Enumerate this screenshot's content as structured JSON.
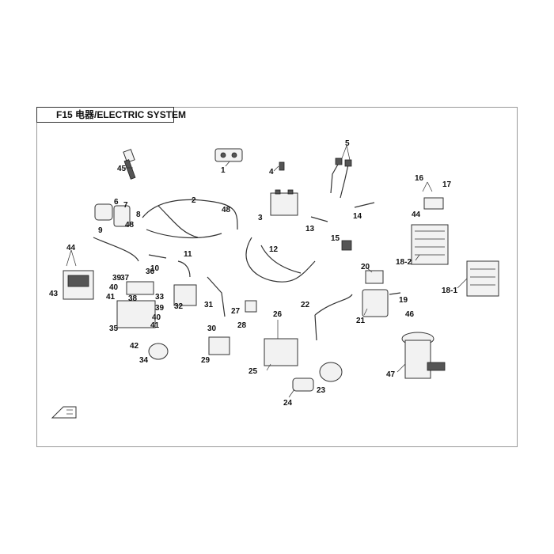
{
  "title": "F15 电器/ELECTRIC SYSTEM",
  "callouts": [
    "1",
    "2",
    "3",
    "4",
    "5",
    "6",
    "7",
    "8",
    "9",
    "10",
    "11",
    "12",
    "13",
    "14",
    "15",
    "16",
    "17",
    "18-1",
    "18-2",
    "19",
    "20",
    "21",
    "22",
    "23",
    "24",
    "25",
    "26",
    "27",
    "28",
    "29",
    "30",
    "31",
    "32",
    "33",
    "34",
    "35",
    "36",
    "37",
    "38",
    "39",
    "40",
    "41",
    "42",
    "43",
    "44",
    "45",
    "46",
    "47",
    "48"
  ],
  "icons": {
    "front_arrow": "front-direction-arrow-icon"
  }
}
